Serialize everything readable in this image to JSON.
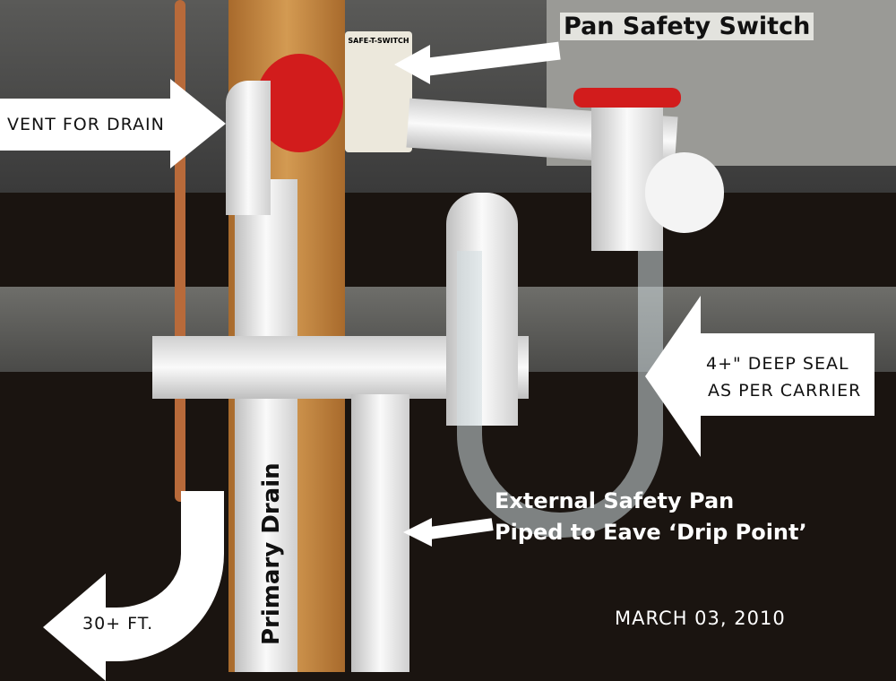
{
  "annotations": {
    "pan_safety_switch": "Pan Safety Switch",
    "vent_for_drain": "Vent for Drain",
    "deep_seal_line1": "4+\" Deep Seal",
    "deep_seal_line2": "As per Carrier",
    "external_pan_line1": "External Safety Pan",
    "external_pan_line2": "Piped to Eave ‘Drip Point’",
    "primary_drain": "Primary Drain",
    "distance": "30+ Ft.",
    "date": "March 03, 2010"
  },
  "product_label": {
    "brand": "SAFE-T-SWITCH"
  },
  "colors": {
    "arrow": "#ffffff",
    "cap": "#d21c1c",
    "wood": "#c8894a"
  }
}
